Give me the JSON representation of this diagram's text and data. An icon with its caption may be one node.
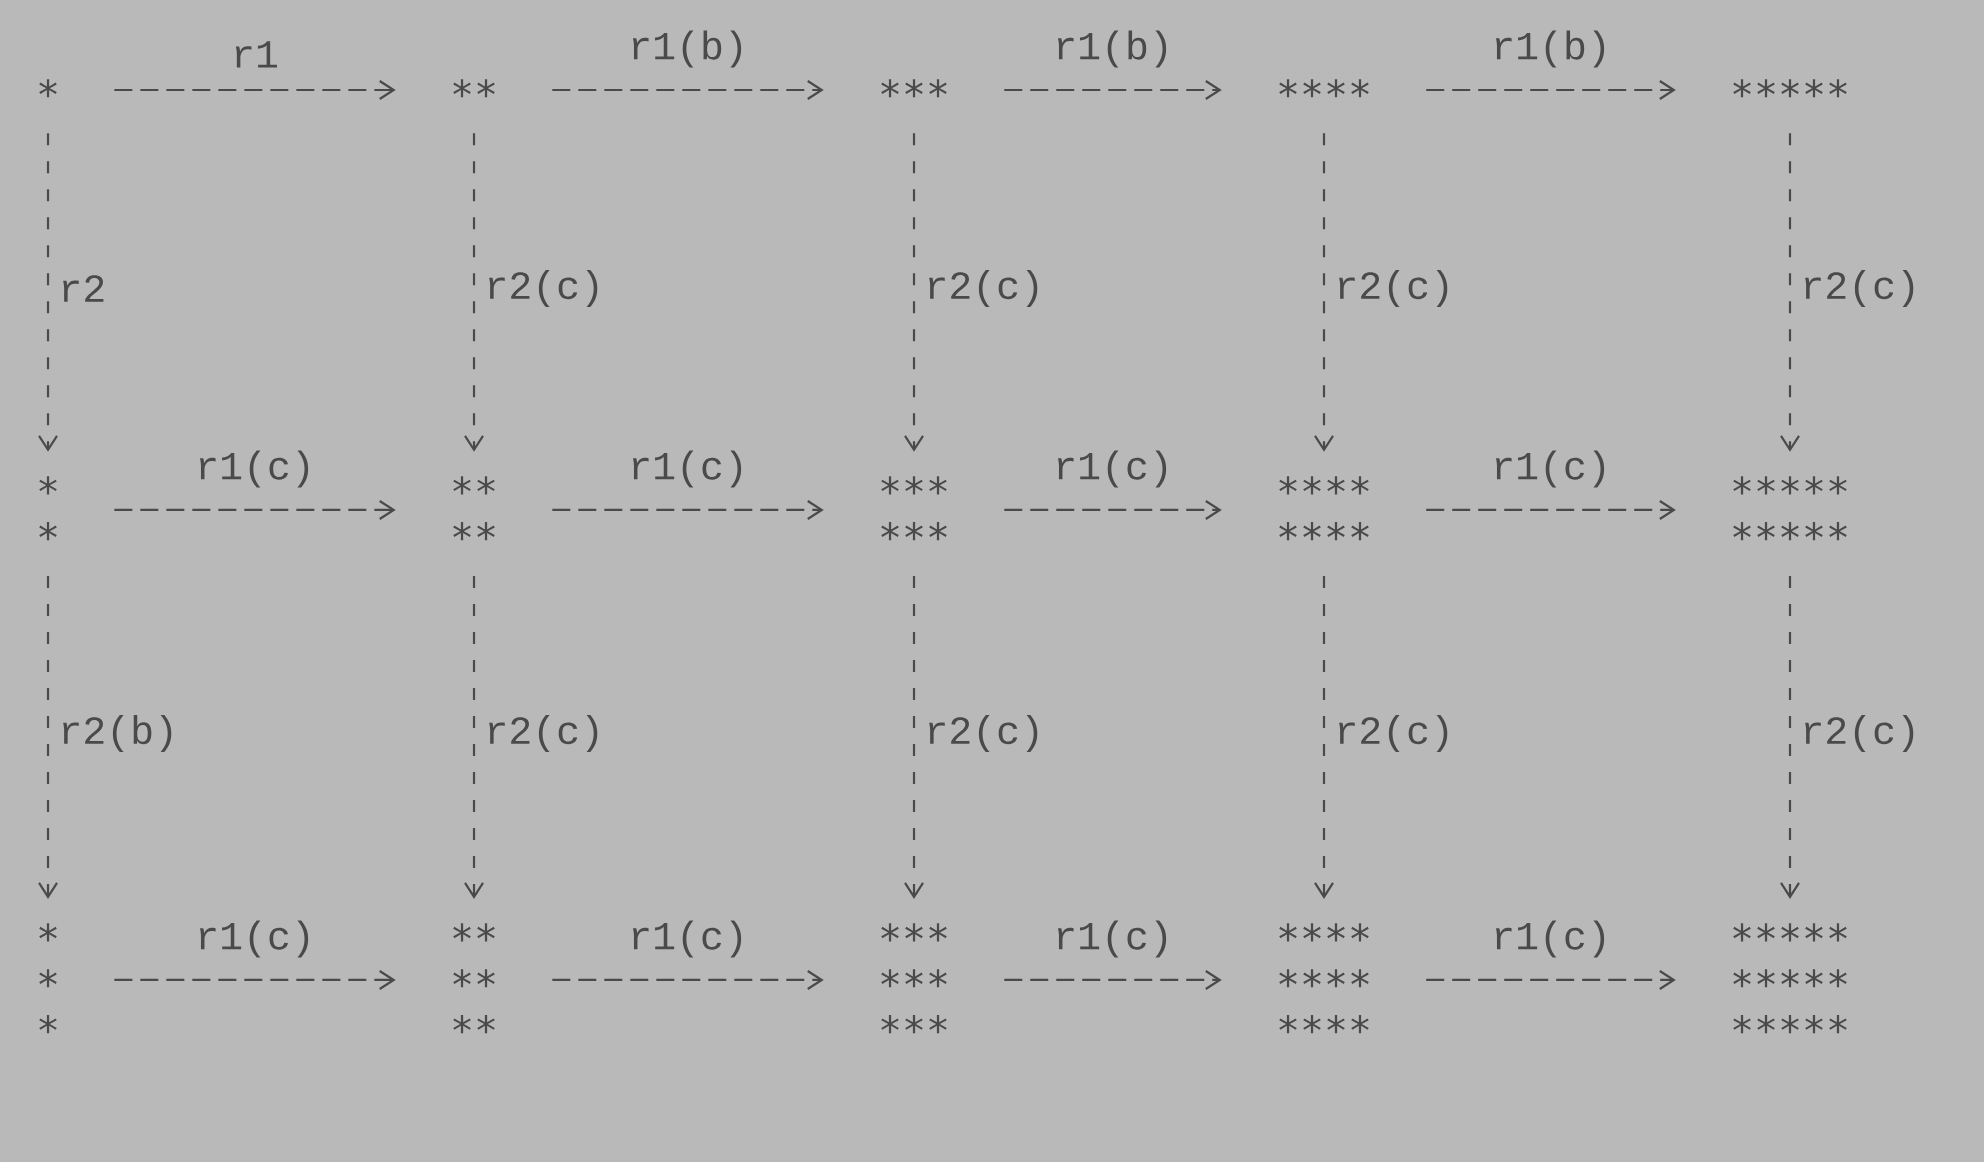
{
  "diagram": {
    "nodes": [
      {
        "text": [
          "∗"
        ]
      },
      {
        "text": [
          "∗∗"
        ]
      },
      {
        "text": [
          "∗∗∗"
        ]
      },
      {
        "text": [
          "∗∗∗∗"
        ]
      },
      {
        "text": [
          "∗∗∗∗∗"
        ]
      },
      {
        "text": [
          "∗ ∗"
        ]
      },
      {
        "text": [
          "∗∗ ∗∗"
        ]
      },
      {
        "text": [
          "∗∗∗ ∗∗∗"
        ]
      },
      {
        "text": [
          "∗∗∗∗ ∗∗∗∗"
        ]
      },
      {
        "text": [
          "∗∗∗∗∗ ∗∗∗∗∗"
        ]
      },
      {
        "text": [
          "∗ ∗ ∗"
        ]
      },
      {
        "text": [
          "∗∗ ∗∗ ∗∗"
        ]
      },
      {
        "text": [
          "∗∗∗ ∗∗∗ ∗∗∗"
        ]
      },
      {
        "text": [
          "∗∗∗∗ ∗∗∗∗ ∗∗∗∗"
        ]
      },
      {
        "text": [
          "∗∗∗∗∗ ∗∗∗∗∗ ∗∗∗∗∗"
        ]
      }
    ],
    "edges": [
      {
        "from": 0,
        "to": 1,
        "arrow": "to",
        "label": "r1"
      },
      {
        "from": 1,
        "to": 2,
        "arrow": "to",
        "label": "r1(b)"
      },
      {
        "from": 2,
        "to": 3,
        "arrow": "to",
        "label": "r1(b)"
      },
      {
        "from": 3,
        "to": 4,
        "arrow": "to",
        "label": "r1(b)"
      },
      {
        "from": 0,
        "to": 5,
        "arrow": "to",
        "label": "r2"
      },
      {
        "from": 1,
        "to": 6,
        "arrow": "to",
        "label": "r2(c)"
      },
      {
        "from": 2,
        "to": 7,
        "arrow": "to",
        "label": "r2(c)"
      },
      {
        "from": 3,
        "to": 8,
        "arrow": "to",
        "label": "r2(c)"
      },
      {
        "from": 4,
        "to": 9,
        "arrow": "to",
        "label": "r2(c)"
      },
      {
        "from": 5,
        "to": 6,
        "arrow": "to",
        "label": "r1(c)"
      },
      {
        "from": 6,
        "to": 7,
        "arrow": "to",
        "label": "r1(c)"
      },
      {
        "from": 7,
        "to": 8,
        "arrow": "to",
        "label": "r1(c)"
      },
      {
        "from": 8,
        "to": 9,
        "arrow": "to",
        "label": "r1(c)"
      },
      {
        "from": 5,
        "to": 10,
        "arrow": "to",
        "label": "r2(b)"
      },
      {
        "from": 6,
        "to": 11,
        "arrow": "to",
        "label": "r2(c)"
      },
      {
        "from": 7,
        "to": 12,
        "arrow": "to",
        "label": "r2(c)"
      },
      {
        "from": 8,
        "to": 13,
        "arrow": "to",
        "label": "r2(c)"
      },
      {
        "from": 9,
        "to": 14,
        "arrow": "to",
        "label": "r2(c)"
      },
      {
        "from": 10,
        "to": 11,
        "arrow": "to",
        "label": "r1(c)"
      },
      {
        "from": 11,
        "to": 12,
        "arrow": "to",
        "label": "r1(c)"
      },
      {
        "from": 12,
        "to": 13,
        "arrow": "to",
        "label": "r1(c)"
      },
      {
        "from": 13,
        "to": 14,
        "arrow": "to",
        "label": "r1(c)"
      }
    ]
  }
}
